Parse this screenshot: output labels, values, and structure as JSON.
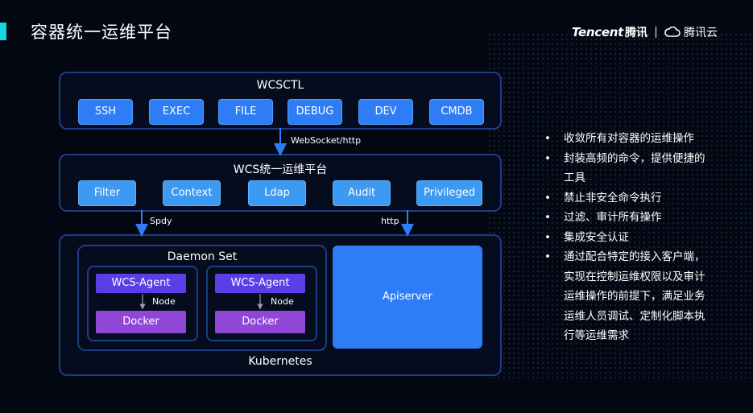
{
  "header": {
    "title": "容器统一运维平台",
    "logo_brand": "Tencent",
    "logo_brand_cn": "腾讯",
    "logo_cloud": "腾讯云"
  },
  "wcsctl": {
    "title": "WCSCTL",
    "buttons": [
      "SSH",
      "EXEC",
      "FILE",
      "DEBUG",
      "DEV",
      "CMDB"
    ]
  },
  "link1": "WebSocket/http",
  "platform": {
    "title": "WCS统一运维平台",
    "buttons": [
      "Filter",
      "Context",
      "Ldap",
      "Audit",
      "Privileged"
    ]
  },
  "links": {
    "spdy": "Spdy",
    "http": "http"
  },
  "kubernetes": {
    "title": "Kubernetes",
    "daemonset_title": "Daemon Set",
    "nodes": [
      {
        "agent": "WCS-Agent",
        "node_label": "Node",
        "docker": "Docker"
      },
      {
        "agent": "WCS-Agent",
        "node_label": "Node",
        "docker": "Docker"
      }
    ],
    "apiserver": "Apiserver"
  },
  "bullets": [
    "收敛所有对容器的运维操作",
    "封装高频的命令，提供便捷的工具",
    "禁止非安全命令执行",
    "过滤、审计所有操作",
    "集成安全认证",
    "通过配合特定的接入客户端，实现在控制运维权限以及审计运维操作的前提下，满足业务运维人员调试、定制化脚本执行等运维需求"
  ],
  "colors": {
    "accent": "#19d3e6",
    "button_blue": "#2f7df6",
    "agent": "#5b3ee6",
    "docker": "#9047d8",
    "border": "#1c3d86"
  }
}
